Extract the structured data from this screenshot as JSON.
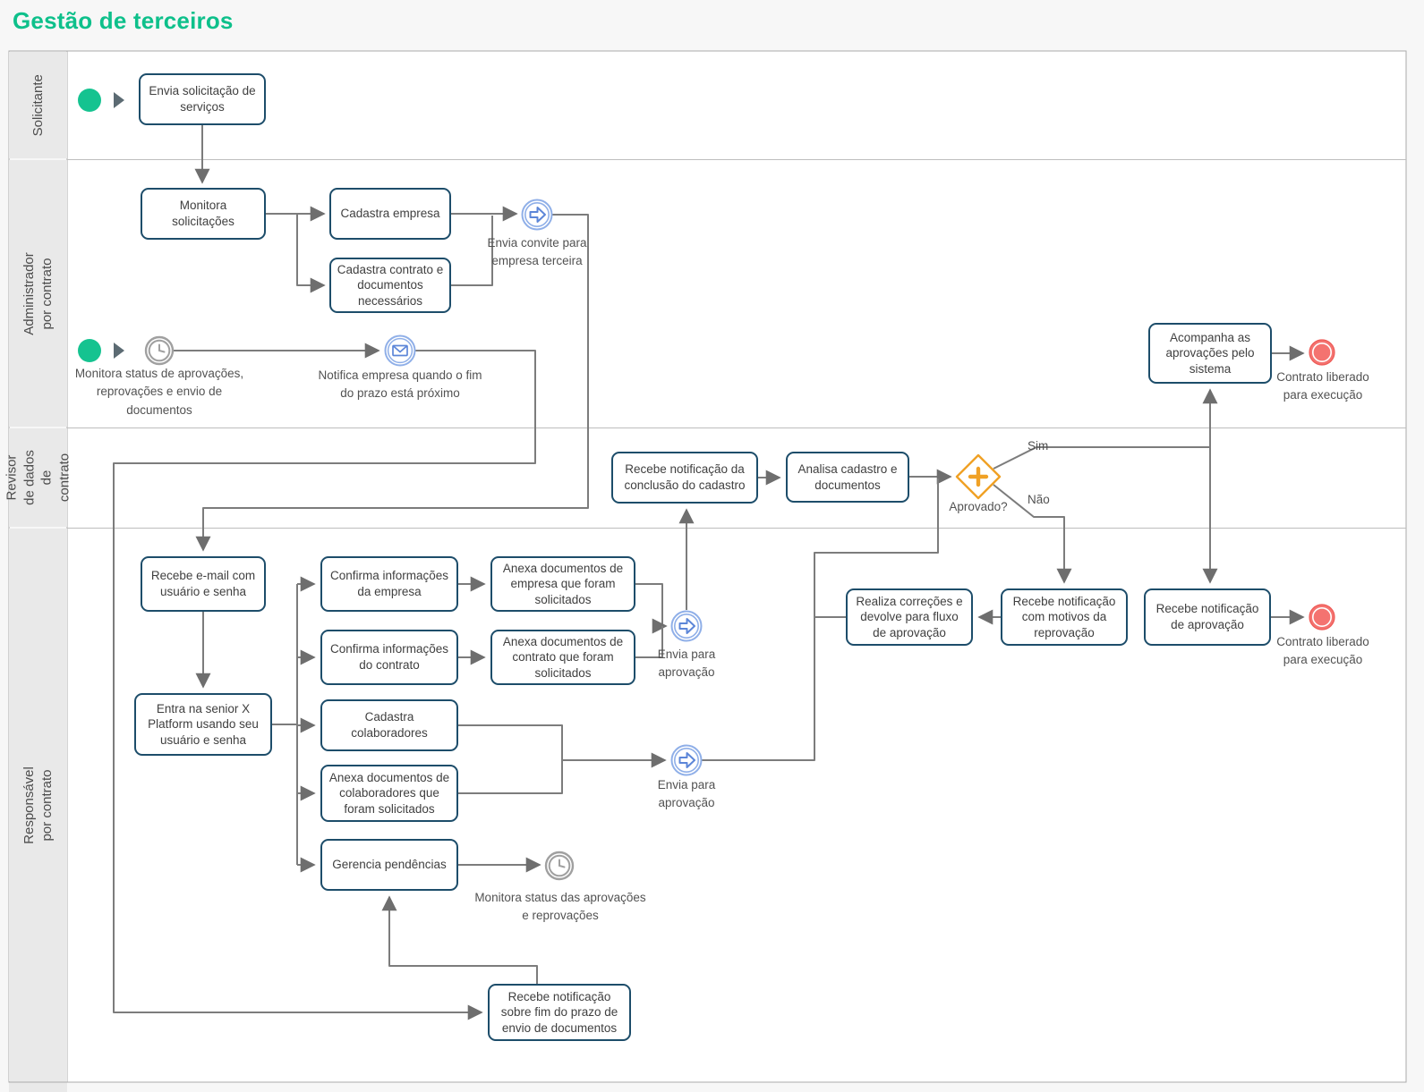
{
  "title": "Gestão de terceiros",
  "lanes": [
    {
      "label": "Solicitante"
    },
    {
      "label": "Administrador por contrato"
    },
    {
      "label": "Revisor de dados de contrato"
    },
    {
      "label": "Responsável por contrato"
    }
  ],
  "tasks": [
    {
      "label": "Envia solicitação de serviços"
    },
    {
      "label": "Monitora solicitações"
    },
    {
      "label": "Cadastra empresa"
    },
    {
      "label": "Cadastra contrato e documentos necessários"
    },
    {
      "label": "Acompanha as aprovações pelo sistema"
    },
    {
      "label": "Recebe notificação da conclusão do cadastro"
    },
    {
      "label": "Analisa cadastro e documentos"
    },
    {
      "label": "Recebe e-mail com usuário e senha"
    },
    {
      "label": "Entra na senior X Platform usando seu usuário e senha"
    },
    {
      "label": "Confirma informações da empresa"
    },
    {
      "label": "Anexa documentos de empresa que foram solicitados"
    },
    {
      "label": "Confirma informações do contrato"
    },
    {
      "label": "Anexa documentos de contrato que foram solicitados"
    },
    {
      "label": "Cadastra colaboradores"
    },
    {
      "label": "Anexa documentos de colaboradores que foram solicitados"
    },
    {
      "label": "Gerencia pendências"
    },
    {
      "label": "Recebe notificação sobre fim do prazo de envio de documentos"
    },
    {
      "label": "Realiza correções e devolve para fluxo de aprovação"
    },
    {
      "label": "Recebe notificação com motivos da reprovação"
    },
    {
      "label": "Recebe notificação de aprovação"
    }
  ],
  "event_labels": {
    "envia_convite": "Envia convite para empresa terceira",
    "monitora_admin": "Monitora status de aprovações, reprovações e envio de documentos",
    "notifica_empresa": "Notifica empresa quando o fim do prazo está próximo",
    "contrato_admin": "Contrato liberado para execução",
    "envia_aprovacao_1": "Envia para aprovação",
    "envia_aprovacao_2": "Envia para aprovação",
    "monitora_resp": "Monitora status das aprovações e reprovações",
    "contrato_resp": "Contrato liberado para execução"
  },
  "gateway": {
    "question": "Aprovado?",
    "yes": "Sim",
    "no": "Não"
  },
  "colors": {
    "title_green": "#0ec08b",
    "start_event_green": "#15c390",
    "end_event_red": "#f47370",
    "event_blue": "#5c86d8",
    "event_blue_ring": "#8fafe8",
    "timer_gray": "#a0a0a0",
    "gateway_orange": "#f0a125",
    "task_border": "#1d4d6a",
    "connector_gray": "#7c7c7c"
  }
}
